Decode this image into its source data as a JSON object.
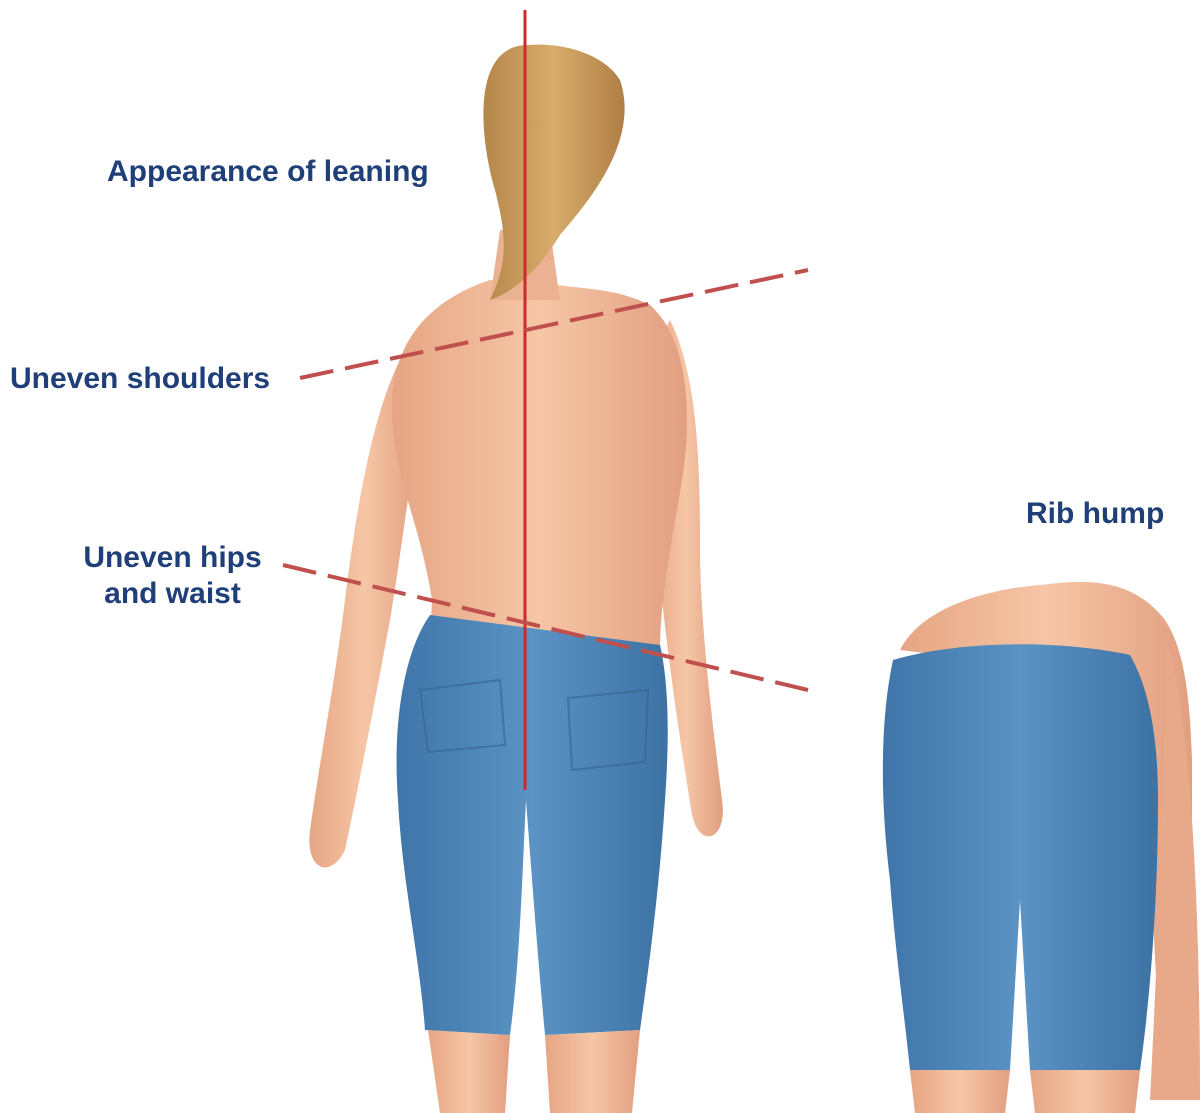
{
  "labels": {
    "appearance_of_leaning": "Appearance of leaning",
    "uneven_shoulders": "Uneven shoulders",
    "uneven_hips_line1": "Uneven hips",
    "uneven_hips_line2": "and waist",
    "rib_hump": "Rib hump"
  },
  "colors": {
    "label_text": "#1f3f78",
    "reference_line": "#cc2b2b",
    "dashed_line": "#c0504d",
    "skin": "#f0b795",
    "skin_shadow": "#d9937a",
    "hair": "#c89a5c",
    "jeans": "#4f86b8",
    "jeans_dark": "#3b6e9e"
  }
}
